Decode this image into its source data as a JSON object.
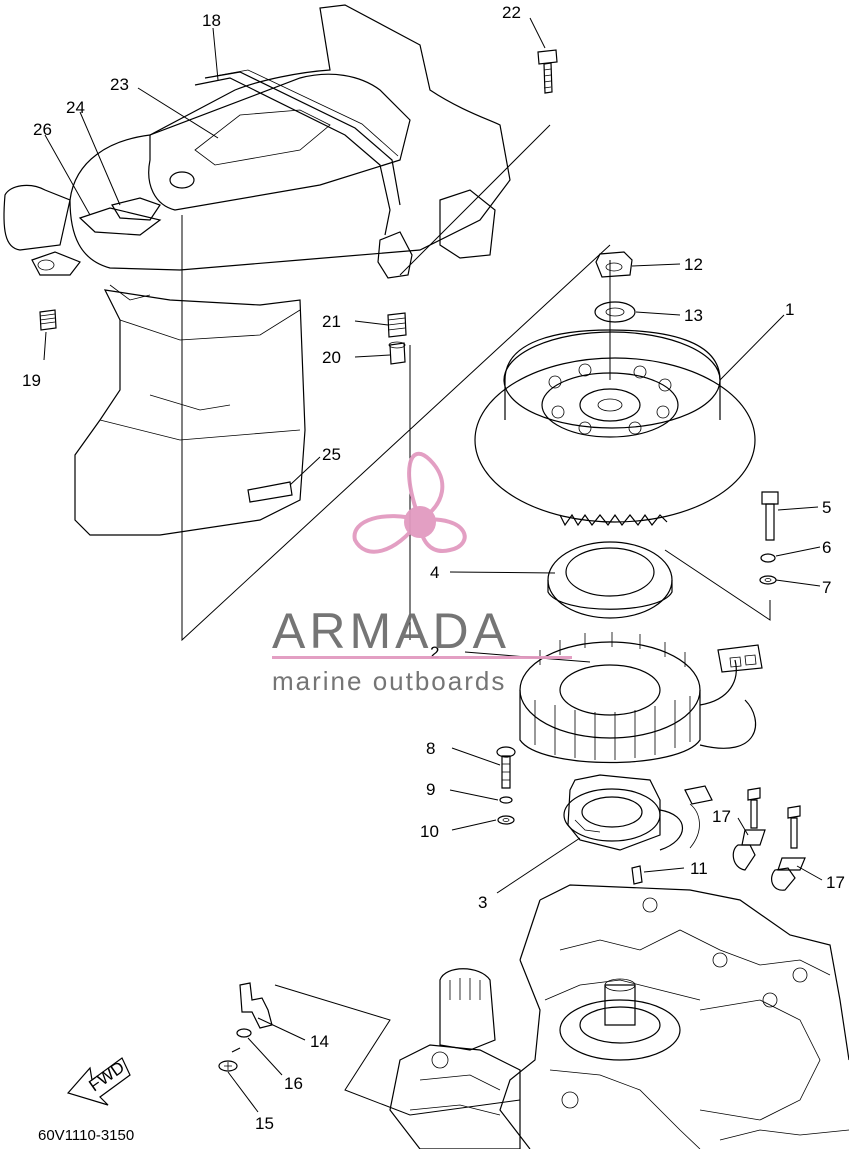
{
  "diagram": {
    "code": "60V1110-3150",
    "fwd_label": "FWD",
    "callouts": [
      "1",
      "2",
      "3",
      "4",
      "5",
      "6",
      "7",
      "8",
      "9",
      "10",
      "11",
      "12",
      "13",
      "14",
      "15",
      "16",
      "17",
      "17",
      "18",
      "19",
      "20",
      "21",
      "22",
      "23",
      "24",
      "25",
      "26"
    ]
  },
  "watermark": {
    "brand": "ARMADA",
    "tagline": "marine outboards",
    "logo_color": "#e29ac0",
    "text_color": "#6e6e6e"
  }
}
